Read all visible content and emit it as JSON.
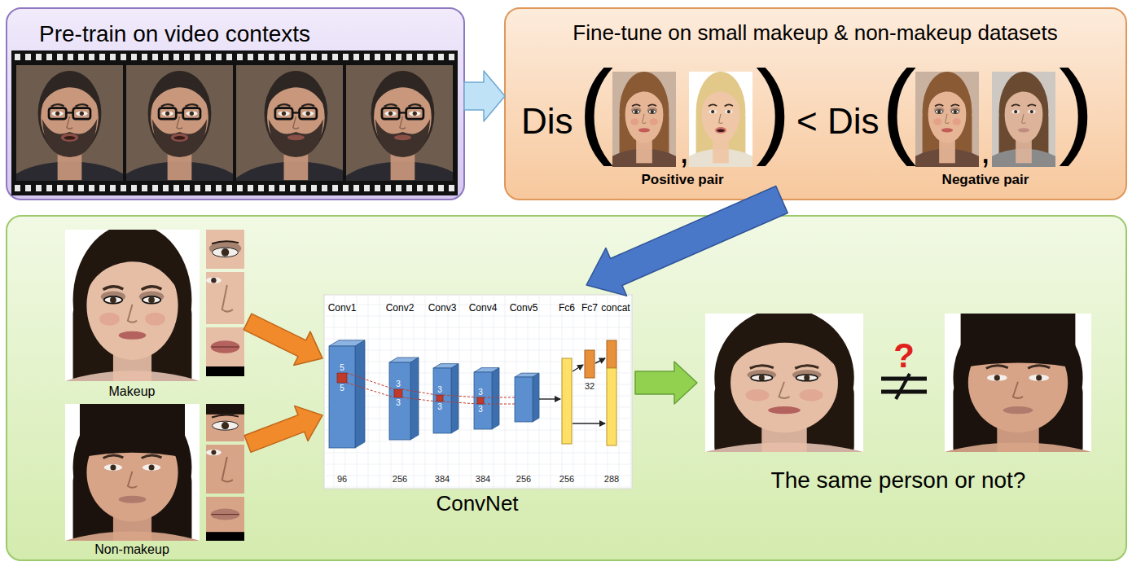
{
  "diagram": {
    "nodes": [
      {
        "text": [
          "Pre-train on video contexts"
        ]
      },
      {
        "text": [
          "Fine-tune on small makeup & non-makeup datasets",
          "Dis",
          "(",
          ",",
          ")",
          "<",
          "Dis",
          "(",
          ",",
          ")",
          "Positive pair",
          "Negative pair"
        ]
      },
      {
        "text": []
      },
      {
        "text": [
          "Makeup"
        ],
        "in": 2
      },
      {
        "text": [
          "Non-makeup"
        ],
        "in": 2
      },
      {
        "text": [
          "ConvNet"
        ],
        "in": 2
      },
      {
        "text": [
          "The same person or not?"
        ],
        "in": 2
      }
    ],
    "edges": [
      {
        "from": 0,
        "to": 1,
        "arrow": "to"
      },
      {
        "from": 1,
        "to": 5,
        "arrow": "to"
      },
      {
        "from": 3,
        "to": 5,
        "arrow": "to"
      },
      {
        "from": 4,
        "to": 5,
        "arrow": "to"
      },
      {
        "from": 5,
        "to": 6,
        "arrow": "to"
      }
    ],
    "labels": [
      "Conv1",
      "Conv2",
      "Conv3",
      "Conv4",
      "Conv5",
      "Fc6",
      "Fc7",
      "concat",
      "5",
      "5",
      "3",
      "3",
      "3",
      "3",
      "3",
      "3",
      "96",
      "256",
      "384",
      "384",
      "256",
      "256",
      "32",
      "288",
      "?"
    ]
  }
}
